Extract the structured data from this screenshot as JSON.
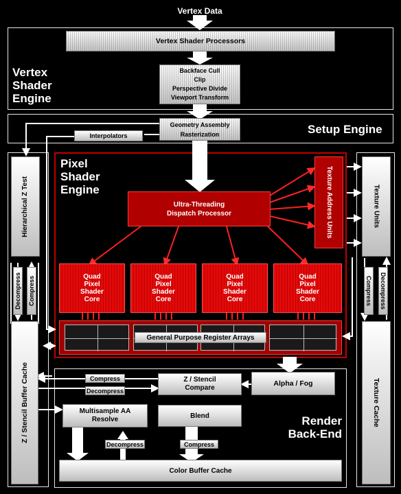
{
  "top_label": "Vertex Data",
  "vertex_engine": {
    "title_lines": [
      "Vertex",
      "Shader",
      "Engine"
    ],
    "vsp": "Vertex Shader Processors",
    "stages": [
      "Backface Cull",
      "Clip",
      "Perspective Divide",
      "Viewport Transform"
    ]
  },
  "setup_engine": {
    "title": "Setup Engine",
    "geometry": "Geometry Assembly",
    "raster": "Rasterization",
    "interpolators": "Interpolators"
  },
  "pixel_engine": {
    "title_lines": [
      "Pixel",
      "Shader",
      "Engine"
    ],
    "dispatch_lines": [
      "Ultra-Threading",
      "Dispatch Processor"
    ],
    "tex_addr": "Texture Address Units",
    "core_lines": [
      "Quad",
      "Pixel",
      "Shader",
      "Core"
    ],
    "gpra": "General Purpose Register Arrays"
  },
  "left": {
    "hz": "Hierarchical Z Test",
    "decompress": "Decompress",
    "compress": "Compress",
    "zcache": "Z / Stencil Buffer Cache"
  },
  "right": {
    "tex_units": "Texture Units",
    "compress": "Compress",
    "decompress": "Decompress",
    "tex_cache": "Texture Cache"
  },
  "render_backend": {
    "title_lines": [
      "Render",
      "Back-End"
    ],
    "compress": "Compress",
    "decompress": "Decompress",
    "zstencil_lines": [
      "Z / Stencil",
      "Compare"
    ],
    "alpha_fog": "Alpha / Fog",
    "msaa_lines": [
      "Multisample AA",
      "Resolve"
    ],
    "blend": "Blend",
    "decompress2": "Decompress",
    "compress2": "Compress",
    "color_cache": "Color Buffer Cache"
  }
}
